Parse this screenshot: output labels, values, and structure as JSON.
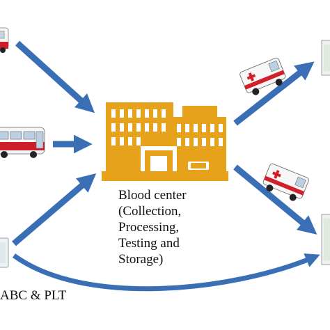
{
  "center": {
    "title": "Blood center",
    "lines": [
      "(Collection,",
      "Processing,",
      "Testing and",
      "Storage)"
    ]
  },
  "source_label": "ABC & PLT",
  "colors": {
    "arrow": "#3a6fb5",
    "building": "#e6a21a",
    "bus_red": "#cc1f2a",
    "ambulance_red": "#d0202a"
  },
  "icons": [
    "bus-icon",
    "bus-icon",
    "blood-bag-icon",
    "hospital-building-icon",
    "ambulance-icon",
    "ambulance-icon",
    "cabinet-icon",
    "cabinet-icon"
  ]
}
